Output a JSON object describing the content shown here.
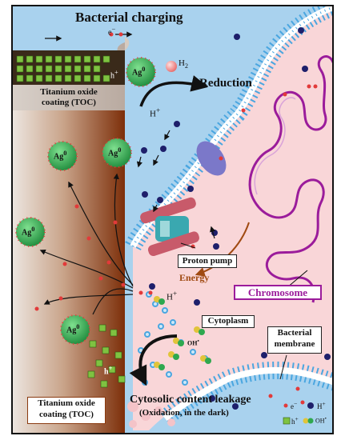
{
  "title": "Bacterial charging",
  "toc_top": {
    "line1": "Titanium oxide",
    "line2": "coating (TOC)"
  },
  "toc_bottom": {
    "line1": "Titanium oxide",
    "line2": "coating (TOC)"
  },
  "silver_label": "Ag",
  "silver_sup": "0",
  "electron": "e",
  "electron_sup": "−",
  "hole": "h",
  "hole_sup": "+",
  "hydrogen_gas": "H",
  "hydrogen_sub": "2",
  "proton": "H",
  "proton_sup": "+",
  "reduction": "Reduction",
  "proton_pump": "Proton pump",
  "energy": "Energy",
  "chromosome": "Chromosome",
  "cytoplasm": "Cytoplasm",
  "hydroxyl": "OH",
  "hydroxyl_sup": "•",
  "membrane": {
    "line1": "Bacterial",
    "line2": "membrane"
  },
  "leakage": "Cytosolic content leakage",
  "oxidation": "(Oxidation, in the dark)",
  "legend": {
    "electron": "e",
    "electron_sup": "−",
    "proton": "H",
    "proton_sup": "+",
    "hole": "h",
    "hole_sup": "+",
    "hydroxyl": "OH",
    "hydroxyl_sup": "•"
  },
  "colors": {
    "background": "#a9d2ee",
    "cytoplasm": "#f9d6d8",
    "membrane": "#4aa6e0",
    "toc_dark": "#8a3a10",
    "toc_light": "#e7ddd6",
    "silver": "#2fa84f",
    "chromosome": "#9b1c9b",
    "electron": "#e23a3a",
    "energy": "#a04a12"
  }
}
